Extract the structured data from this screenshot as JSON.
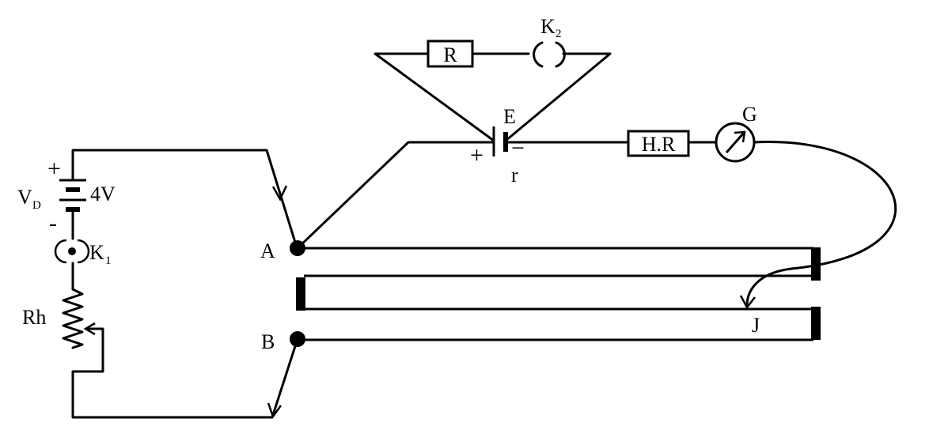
{
  "labels": {
    "resistor_r": "R",
    "key_k2": "K",
    "key_k2_sub": "2",
    "cell_e": "E",
    "cell_plus": "+",
    "cell_minus": "−",
    "cell_r": "r",
    "high_resistance": "H.R",
    "galvanometer": "G",
    "driver_plus": "+",
    "driver_v": "V",
    "driver_v_sub": "D",
    "driver_emf": "4V",
    "driver_minus": "-",
    "key_k1": "K",
    "key_k1_sub": "1",
    "rheostat": "Rh",
    "point_a": "A",
    "point_b": "B",
    "jockey_j": "J"
  }
}
